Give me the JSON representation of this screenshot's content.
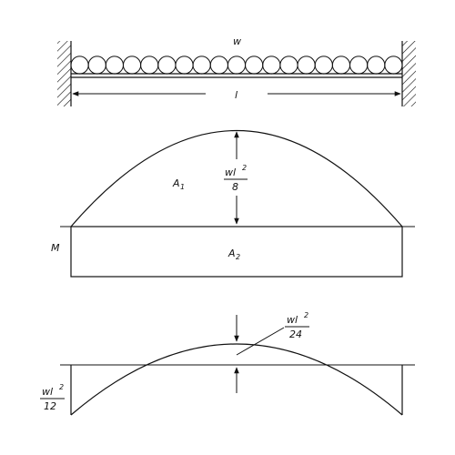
{
  "labels": {
    "load": "w",
    "span": "l",
    "area_top": "A",
    "area_top_sub": "1",
    "area_bottom": "A",
    "area_bottom_sub": "2",
    "moment": "M"
  },
  "fractions": {
    "midspan": {
      "num": "wl",
      "exp": "2",
      "den": "8"
    },
    "net_midspan": {
      "num": "wl",
      "exp": "2",
      "den": "24"
    },
    "support": {
      "num": "wl",
      "exp": "2",
      "den": "12"
    }
  }
}
